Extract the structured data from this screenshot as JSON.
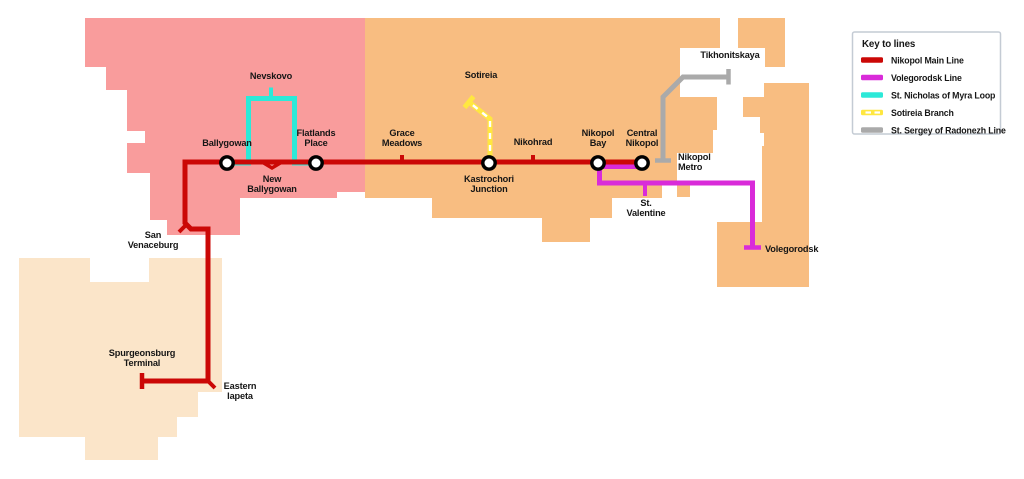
{
  "colors": {
    "zone_inner": "#F99C9C",
    "zone_middle": "#F8BD81",
    "zone_outer": "#FBE5C9",
    "main_line": "#CB0806",
    "volegorodsk_line": "#D92BD9",
    "myra_loop_line": "#2CE9D8",
    "sotireia_line": "#FFE740",
    "sotireia_dash": "#FFFFFF",
    "radonezh_line": "#AAAAAA",
    "station_fill": "#FFFFFF",
    "station_ring": "#000000",
    "legend_bg": "#FFFFFF",
    "legend_border": "#C4CBD4"
  },
  "legend": {
    "title": "Key to lines",
    "items": [
      {
        "label": "Nikopol Main Line",
        "color": "#CB0806",
        "style": "solid"
      },
      {
        "label": "Volegorodsk Line",
        "color": "#D92BD9",
        "style": "solid"
      },
      {
        "label": "St. Nicholas of Myra Loop",
        "color": "#2CE9D8",
        "style": "solid"
      },
      {
        "label": "Sotireia Branch",
        "color": "#FFE740",
        "style": "dashed"
      },
      {
        "label": "St. Sergey of Radonezh Line",
        "color": "#AAAAAA",
        "style": "solid"
      }
    ]
  },
  "stations": {
    "nevskovo": {
      "type": "stop",
      "line1": "Nevskovo"
    },
    "ballygowan": {
      "type": "interchange",
      "line1": "Ballygowan"
    },
    "flatlands": {
      "type": "interchange",
      "line1": "Flatlands",
      "line2": "Place"
    },
    "new_ballygowan": {
      "type": "stop",
      "line1": "New",
      "line2": "Ballygowan"
    },
    "san_venaceburg": {
      "type": "stop",
      "line1": "San",
      "line2": "Venaceburg"
    },
    "grace_meadows": {
      "type": "stop",
      "line1": "Grace",
      "line2": "Meadows"
    },
    "sotireia": {
      "type": "terminus",
      "line1": "Sotireia"
    },
    "kastrochori": {
      "type": "interchange",
      "line1": "Kastrochori",
      "line2": "Junction"
    },
    "nikohrad": {
      "type": "stop",
      "line1": "Nikohrad"
    },
    "nikopol_bay": {
      "type": "interchange",
      "line1": "Nikopol",
      "line2": "Bay"
    },
    "central_nikopol": {
      "type": "interchange",
      "line1": "Central",
      "line2": "Nikopol"
    },
    "nikopol_metro": {
      "type": "terminus",
      "line1": "Nikopol",
      "line2": "Metro"
    },
    "tikhonitskaya": {
      "type": "terminus",
      "line1": "Tikhonitskaya"
    },
    "st_valentine": {
      "type": "stop",
      "line1": "St.",
      "line2": "Valentine"
    },
    "volegorodsk": {
      "type": "terminus",
      "line1": "Volegorodsk"
    },
    "spurgeonsburg": {
      "type": "terminus",
      "line1": "Spurgeonsburg",
      "line2": "Terminal"
    },
    "eastern_iapeta": {
      "type": "stop",
      "line1": "Eastern",
      "line2": "Iapeta"
    }
  }
}
